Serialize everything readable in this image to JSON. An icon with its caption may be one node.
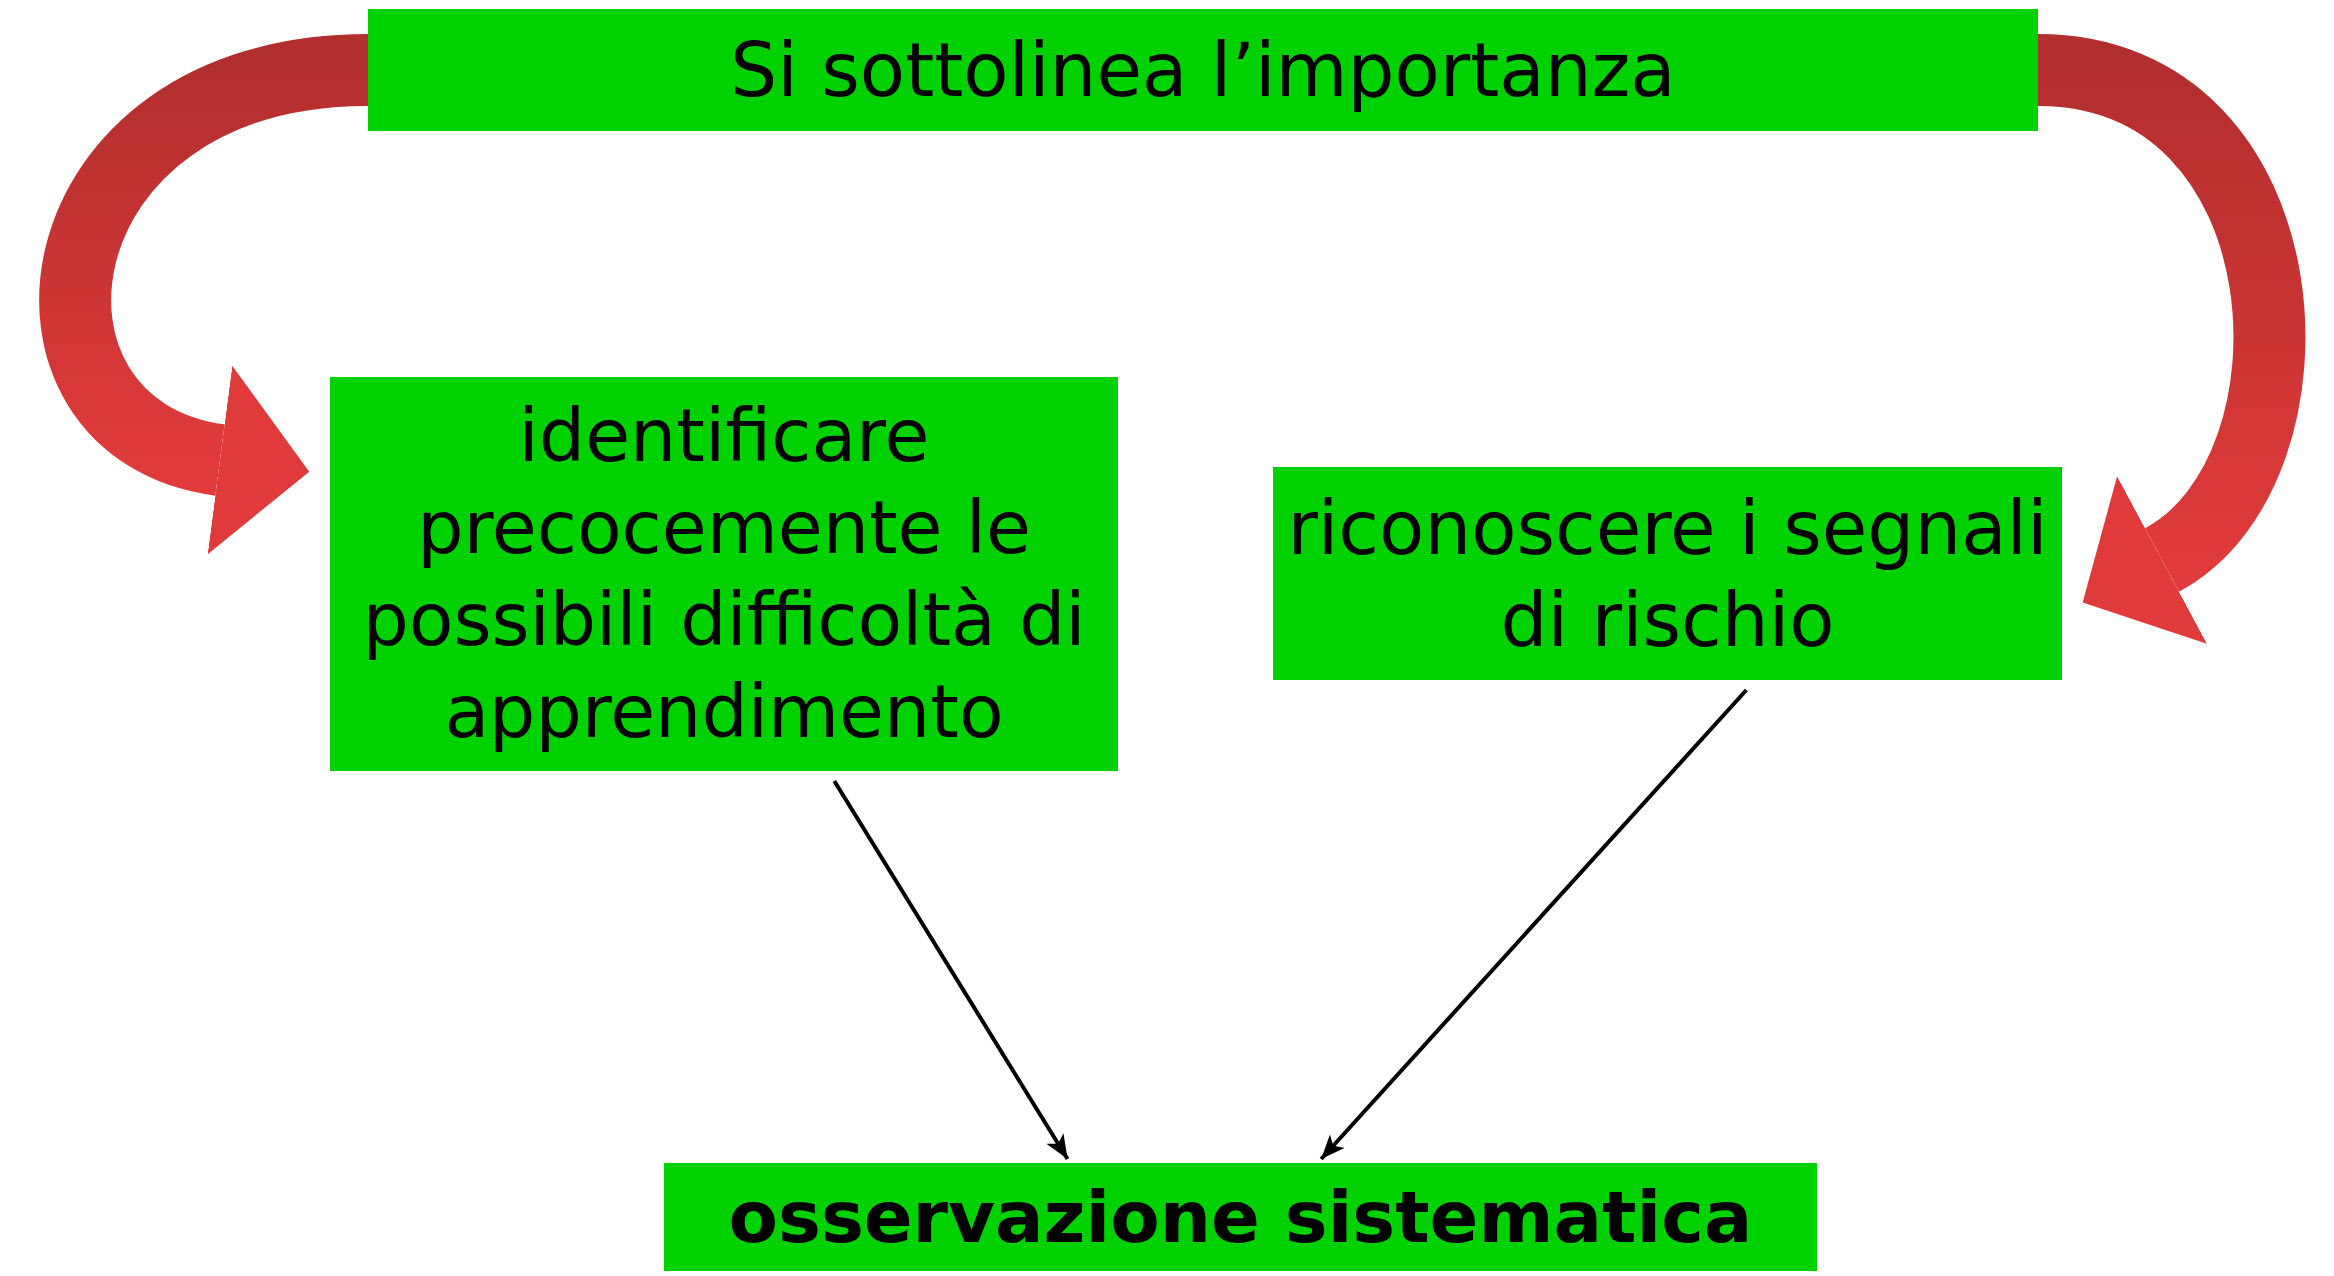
{
  "diagram": {
    "nodes": [
      {
        "text": [
          "Si sottolinea l’importanza"
        ]
      },
      {
        "text": [
          "identificare precocemente le possibili difficoltà di apprendimento"
        ]
      },
      {
        "text": [
          "riconoscere i segnali di rischio"
        ]
      },
      {
        "text": [
          "osservazione sistematica"
        ]
      }
    ],
    "edges": [
      {
        "from": 0,
        "to": 1,
        "arrow": "to",
        "style": "thick",
        "color": "#e03a3a"
      },
      {
        "from": 0,
        "to": 2,
        "arrow": "to",
        "style": "thick",
        "color": "#e03a3a"
      },
      {
        "from": 1,
        "to": 3,
        "arrow": "to"
      },
      {
        "from": 2,
        "to": 3,
        "arrow": "to"
      }
    ]
  }
}
